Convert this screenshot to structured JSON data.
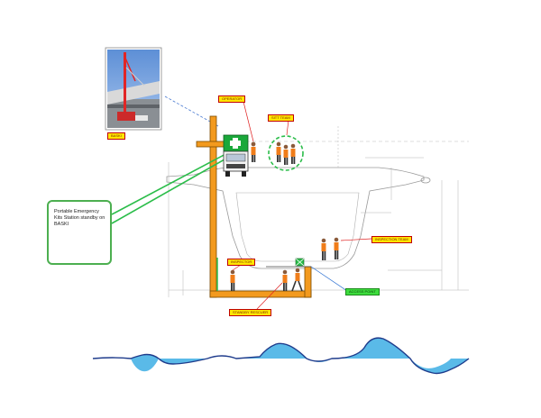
{
  "labels": {
    "photo_caption": "BASKI",
    "operator": "OPERATOR",
    "sitt_team": "SITT TEAM",
    "inspection_team": "INSPECTION TEAM",
    "inspector": "INSPECTOR",
    "standby_rescuer": "STANDBY RESCUER",
    "access_point": "ACCESS POINT"
  },
  "kit_box": {
    "text": "Portable Emergency Kits Station standby on BASKI"
  },
  "colors": {
    "frame_orange": "#f39a1e",
    "frame_outline": "#7a4a00",
    "kit_border": "#4caf50",
    "label_yellow": "#ffe600",
    "label_green": "#3ddc3d",
    "water_fill": "#48b3e6",
    "water_line": "#1f3c8c",
    "truck_green": "#1aa83a",
    "vest_orange": "#f07d1a"
  },
  "icons": [
    "first-aid-icon",
    "fire-extinguisher-icon",
    "life-vest-icon",
    "first-aid-kit-icon"
  ]
}
